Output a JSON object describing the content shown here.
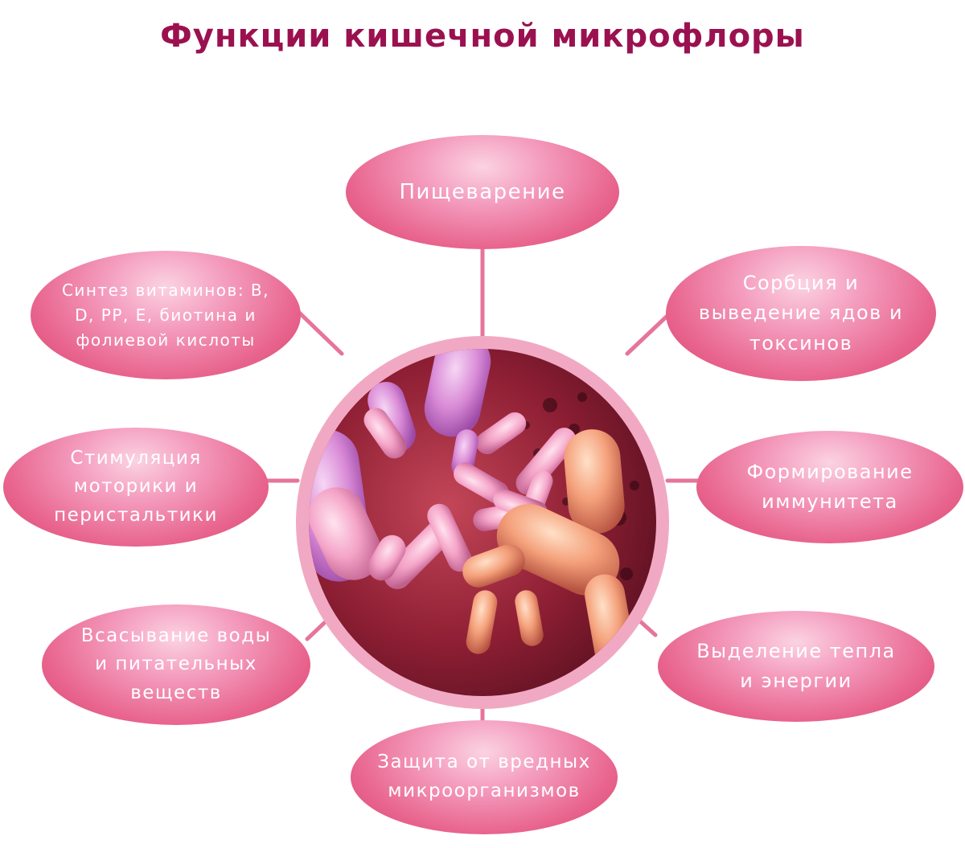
{
  "title": "Функции кишечной микрофлоры",
  "hub": {
    "image": "bacteria-micrograph"
  },
  "nodes": {
    "digestion": "Пищеварение",
    "sorption": "Сорбция и выведение ядов и токсинов",
    "immunity": "Формирование иммунитета",
    "heat": "Выделение тепла и энергии",
    "protection": "Защита от вредных микроорганизмов",
    "absorption": "Всасывание воды и питательных веществ",
    "motility": "Стимуляция моторики и перистальтики",
    "vitamins": "Синтез витаминов: B, D, PP, E, биотина и фолиевой кислоты"
  },
  "colors": {
    "title": "#9b1150",
    "connector": "#e6749b",
    "node": "#e8648e",
    "hub_ring": "#f1a9c3"
  }
}
